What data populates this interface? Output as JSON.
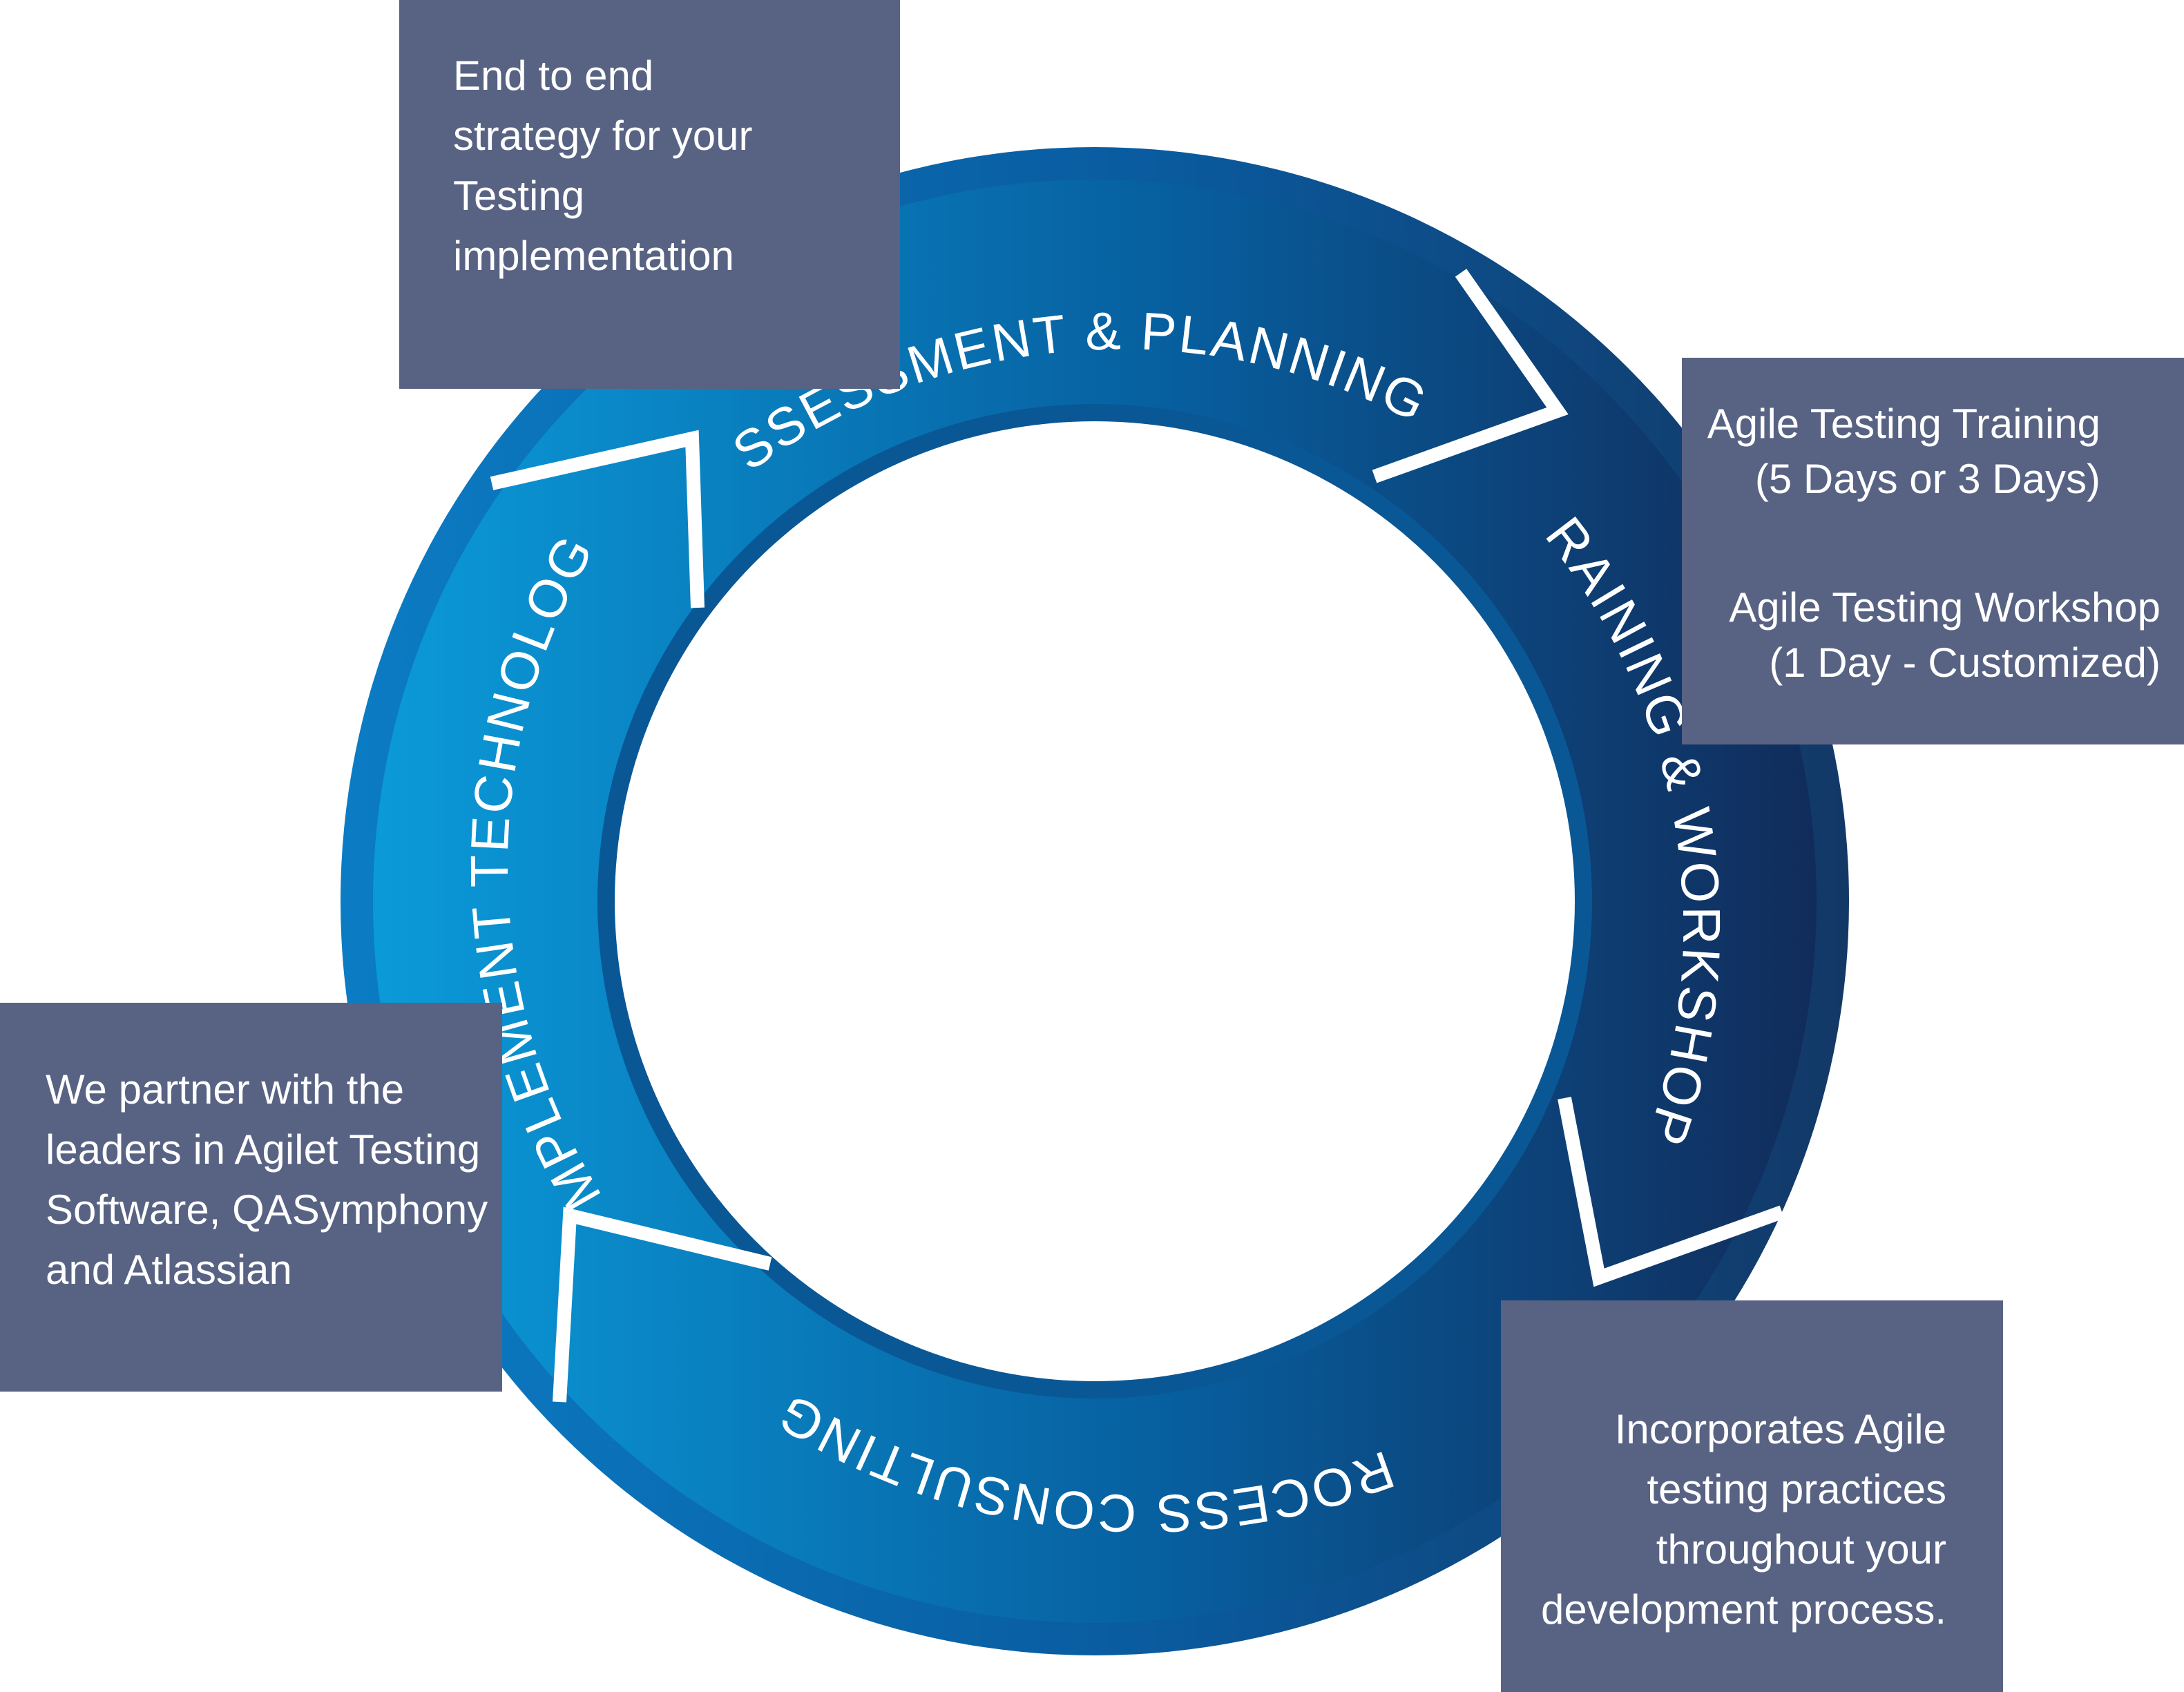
{
  "stages": [
    {
      "label": "ASSESSMENT & PLANNING"
    },
    {
      "label": "TRAINING & WORKSHOPS"
    },
    {
      "label": "PROCESS CONSULTING"
    },
    {
      "label": "IMPLEMENT TECHNOLOGY"
    }
  ],
  "notes": {
    "assessment": [
      "End to end",
      "strategy for your",
      "Testing",
      "implementation"
    ],
    "training": [
      "Agile Testing Training",
      "(5 Days or 3 Days)",
      "Agile Testing Workshop",
      "(1 Day - Customized)"
    ],
    "process": [
      "Incorporates Agile",
      "testing practices",
      "throughout your",
      "development process."
    ],
    "technology": [
      "We partner with the",
      "leaders in Agilet Testing",
      "Software, QASymphony",
      "and Atlassian"
    ]
  },
  "colors": {
    "note_box": "#586283",
    "ring_outer": "#0a4f8f",
    "arrow_light": "#0a93d6",
    "arrow_dark": "#12305d",
    "separator": "#ffffff"
  }
}
